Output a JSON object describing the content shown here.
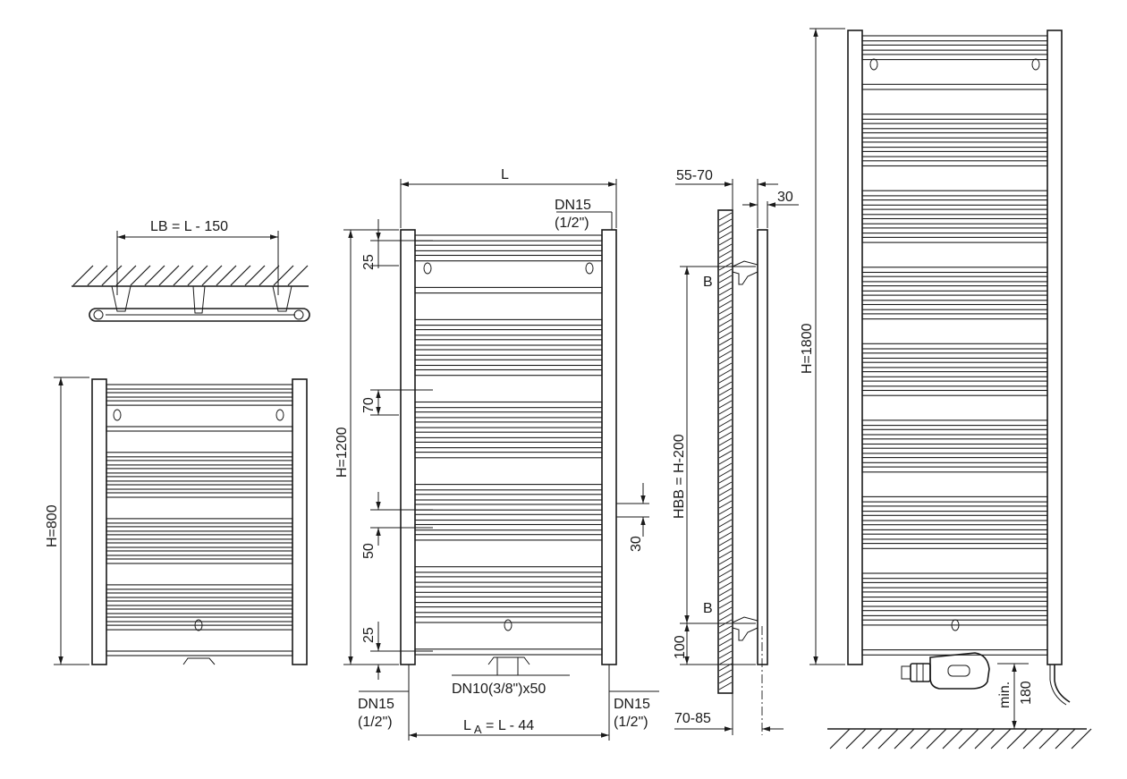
{
  "labels": {
    "lb": "LB = L - 150",
    "h800": "H=800",
    "l": "L",
    "dn15_top": "DN15",
    "half_inch_top": "(1/2\")",
    "dim_25_top": "25",
    "dim_70": "70",
    "h1200": "H=1200",
    "dim_50": "50",
    "dim_25_bottom": "25",
    "dim_30_side": "30",
    "dn10": "DN10(3/8\")x50",
    "dn15_left": "DN15",
    "half_inch_left": "(1/2\")",
    "la_l": "L",
    "la_sub": "A",
    "la_rest": " = L - 44",
    "dn15_right": "DN15",
    "half_inch_right": "(1/2\")",
    "dim_55_70": "55-70",
    "dim_30_top": "30",
    "b_top": "B",
    "hbb": "HBB = H-200",
    "b_bottom": "B",
    "dim_100": "100",
    "dim_70_85": "70-85",
    "h1800": "H=1800",
    "min": "min.",
    "dim_180": "180"
  }
}
